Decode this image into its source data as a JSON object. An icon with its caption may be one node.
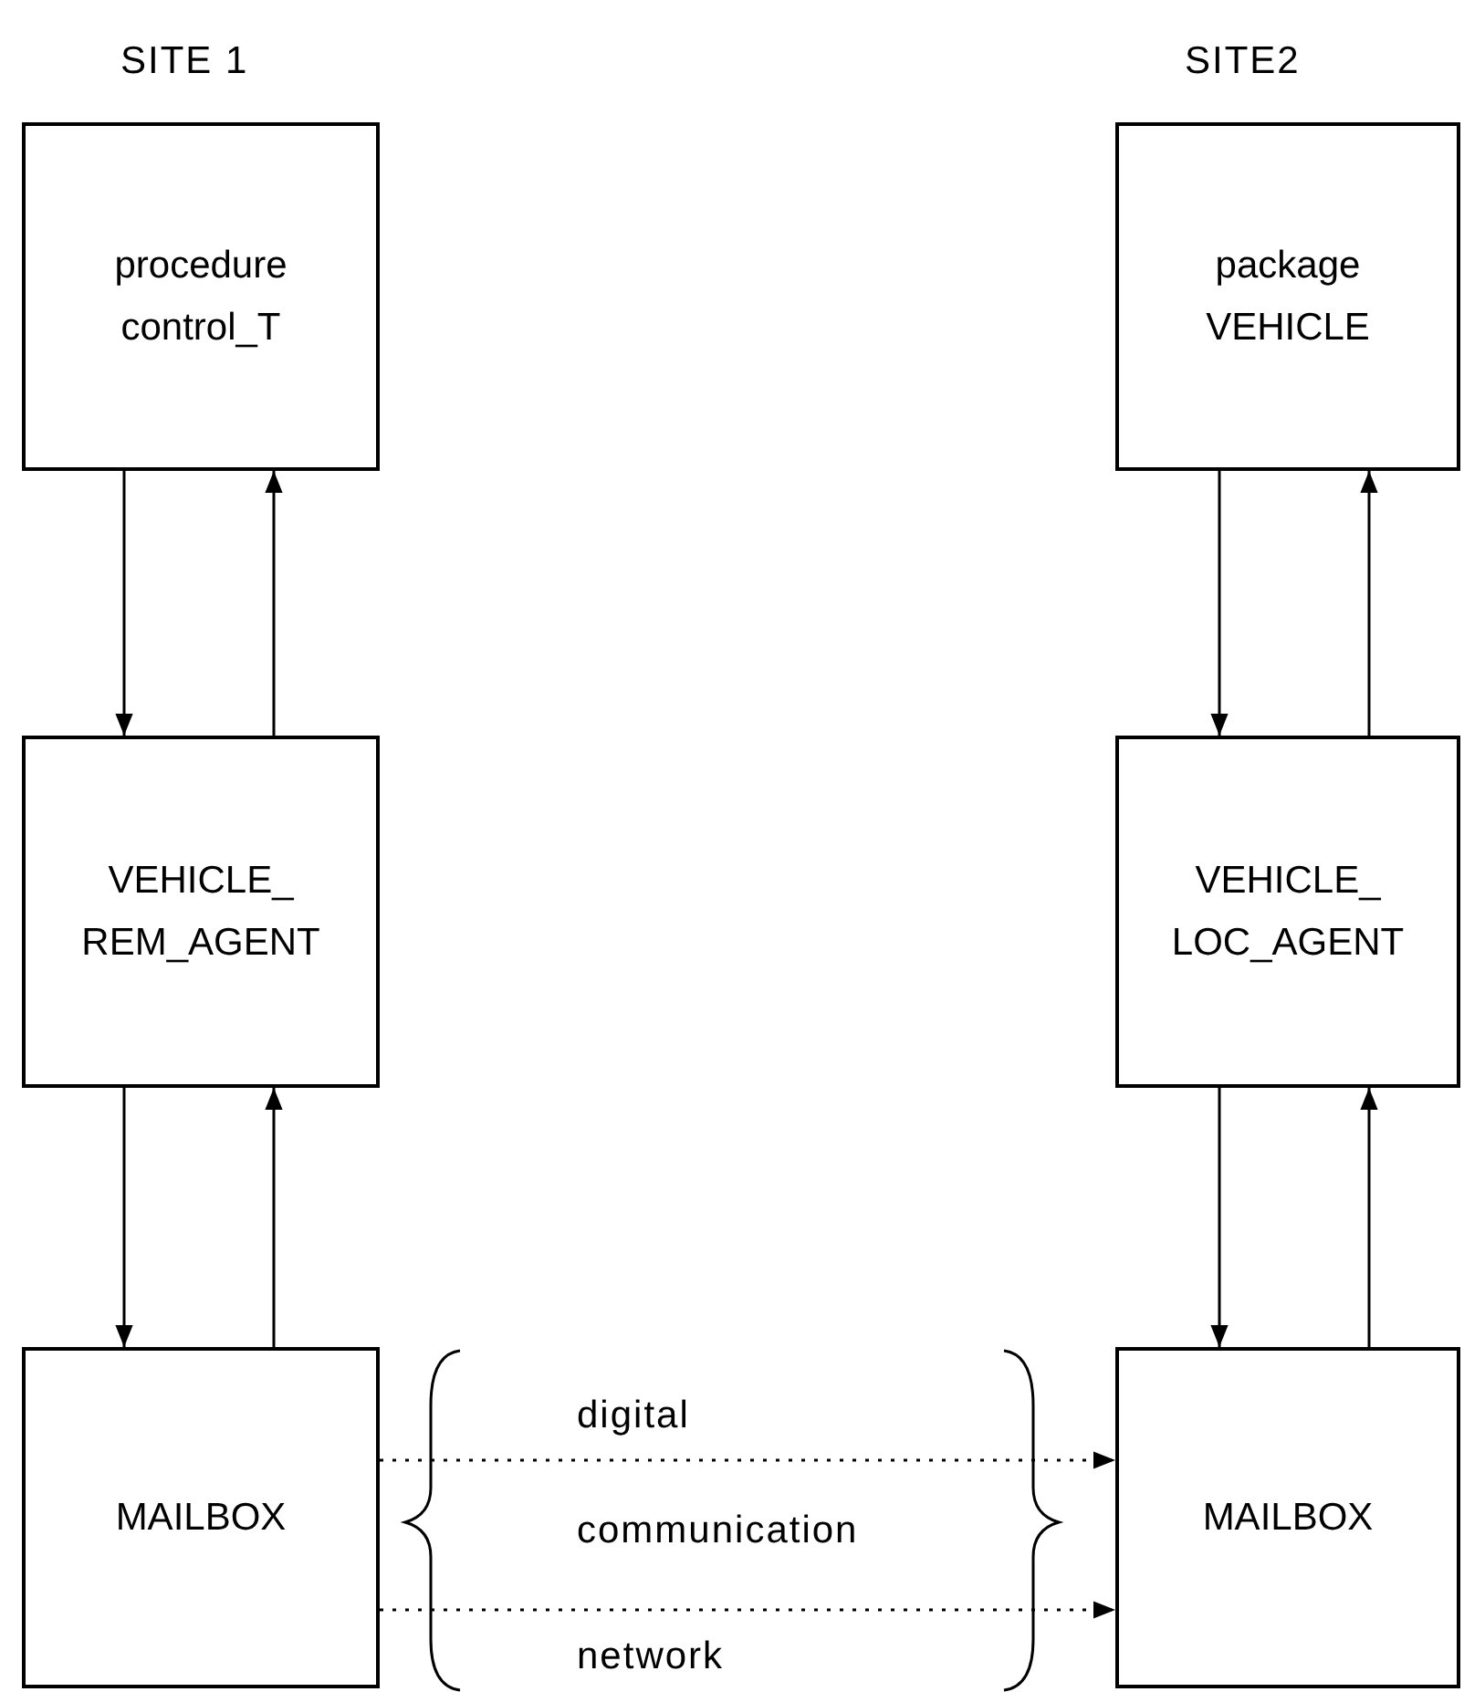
{
  "diagram": {
    "nodes": [
      {
        "text": [
          "procedure control_T"
        ]
      },
      {
        "text": [
          "VEHICLE_ REM_AGENT"
        ]
      },
      {
        "text": [
          "MAILBOX"
        ]
      },
      {
        "text": [
          "package VEHICLE"
        ]
      },
      {
        "text": [
          "VEHICLE_ LOC_AGENT"
        ]
      },
      {
        "text": [
          "MAILBOX"
        ]
      }
    ],
    "edges": [
      {
        "from": 0,
        "to": 1,
        "arrow": "to"
      },
      {
        "from": 1,
        "to": 0,
        "arrow": "to"
      },
      {
        "from": 1,
        "to": 2,
        "arrow": "to"
      },
      {
        "from": 2,
        "to": 1,
        "arrow": "to"
      },
      {
        "from": 3,
        "to": 4,
        "arrow": "to"
      },
      {
        "from": 4,
        "to": 3,
        "arrow": "to"
      },
      {
        "from": 4,
        "to": 5,
        "arrow": "to"
      },
      {
        "from": 5,
        "to": 4,
        "arrow": "to"
      },
      {
        "from": 2,
        "to": 5,
        "arrow": "to",
        "style": "dashed"
      },
      {
        "from": 2,
        "to": 5,
        "arrow": "to",
        "style": "dashed"
      }
    ],
    "labels": [
      "SITE 1",
      "SITE2",
      "digital",
      "communication",
      "network"
    ]
  }
}
